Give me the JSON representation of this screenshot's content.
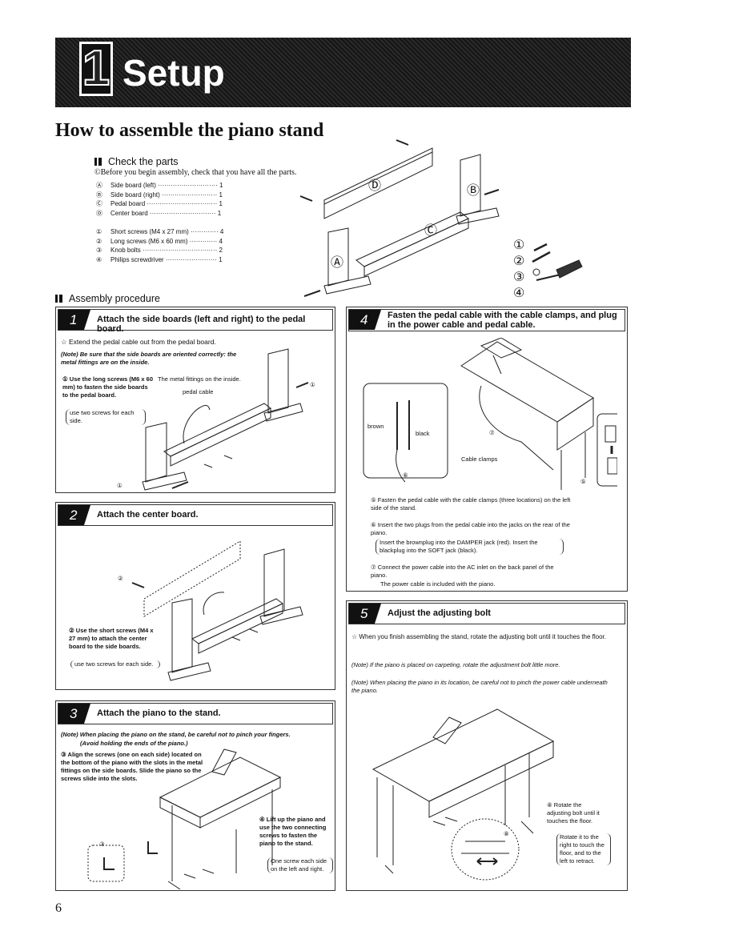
{
  "banner": {
    "number": "1",
    "title": "Setup"
  },
  "heading": "How to assemble the piano stand",
  "check_parts": {
    "title": "Check the parts",
    "note": "©Before you begin assembly, check that you have all the parts.",
    "boards": [
      {
        "mark": "Ⓐ",
        "text": "Side board (left) ···························· 1"
      },
      {
        "mark": "Ⓑ",
        "text": "Side board (right) ·························· 1"
      },
      {
        "mark": "Ⓒ",
        "text": "Pedal board ································· 1"
      },
      {
        "mark": "Ⓓ",
        "text": "Center board ······························· 1"
      }
    ],
    "hardware": [
      {
        "mark": "①",
        "text": "Short screws (M4 x 27 mm) ············· 4"
      },
      {
        "mark": "②",
        "text": "Long screws (M6 x 60 mm) ············· 4"
      },
      {
        "mark": "③",
        "text": "Knob bolts ··································· 2"
      },
      {
        "mark": "④",
        "text": "Philips screwdriver ························ 1"
      }
    ]
  },
  "parts_labels": {
    "a": "Ⓐ",
    "b": "Ⓑ",
    "c": "Ⓒ",
    "d": "Ⓓ",
    "s1": "①",
    "s2": "②",
    "s3": "③",
    "s4": "④"
  },
  "assembly_title": "Assembly procedure",
  "steps": {
    "s1": {
      "num": "1",
      "title": "Attach the side boards (left and right) to the pedal board.",
      "star": "☆ Extend the pedal cable out from the pedal board.",
      "note": "(Note) Be sure that the side boards are oriented correctly: the metal fittings are on the inside.",
      "item": "① Use the long screws (M6 x 60 mm) to fasten the side boards to the pedal board.",
      "paren": "use two screws for each side.",
      "label_fittings": "The metal fittings on the inside.",
      "label_cable": "pedal cable",
      "mark": "①"
    },
    "s2": {
      "num": "2",
      "title": "Attach the center board.",
      "item": "② Use the short screws (M4 x 27 mm) to attach the center board to the side boards.",
      "paren": "use two screws for each side.",
      "mark": "②"
    },
    "s3": {
      "num": "3",
      "title": "Attach the piano to the stand.",
      "note": "(Note) When placing the piano on the stand, be careful not to pinch your fingers.",
      "note2": "(Avoid holding the ends of the piano.)",
      "item": "③ Align the screws (one on each side) located on the bottom of the piano with the slots in the metal fittings on the side boards. Slide the piano so the screws slide into the slots.",
      "item2": "④ Lift up the piano and use the two connecting screws to fasten the piano to the stand.",
      "paren": "One screw each side on the left and right.",
      "mark": "③"
    },
    "s4": {
      "num": "4",
      "title": "Fasten the pedal cable with the cable clamps, and plug in the power cable and pedal cable.",
      "item5": "⑤ Fasten the pedal cable with the cable clamps (three locations) on the left side of the stand.",
      "item6": "⑥ Insert the two plugs from the pedal cable into the jacks on the rear of the piano.",
      "paren": "Insert the brownplug into the DAMPER jack (red). Insert the blackplug into the SOFT jack (black).",
      "item7": "⑦ Connect the power cable into the AC inlet on the back panel of the piano.",
      "item7b": "The power cable is included with the piano.",
      "label_brown": "brown",
      "label_black": "black",
      "label_clamps": "Cable clamps",
      "m5": "⑤",
      "m6": "⑥",
      "m7": "⑦"
    },
    "s5": {
      "num": "5",
      "title": "Adjust the adjusting bolt",
      "star": "☆ When you finish assembling the stand, rotate the adjusting bolt until it touches the floor.",
      "note1": "(Note) If the piano is placed on carpeting, rotate the adjustment bolt little more.",
      "note2": "(Note) When placing the piano in its location, be careful not to pinch the power cable underneath the piano.",
      "item": "⑧ Rotate the adjusting bolt until it touches the floor.",
      "paren": "Rotate it to the right to touch the floor, and to the left to retract.",
      "mark": "⑧"
    }
  },
  "page_number": "6"
}
